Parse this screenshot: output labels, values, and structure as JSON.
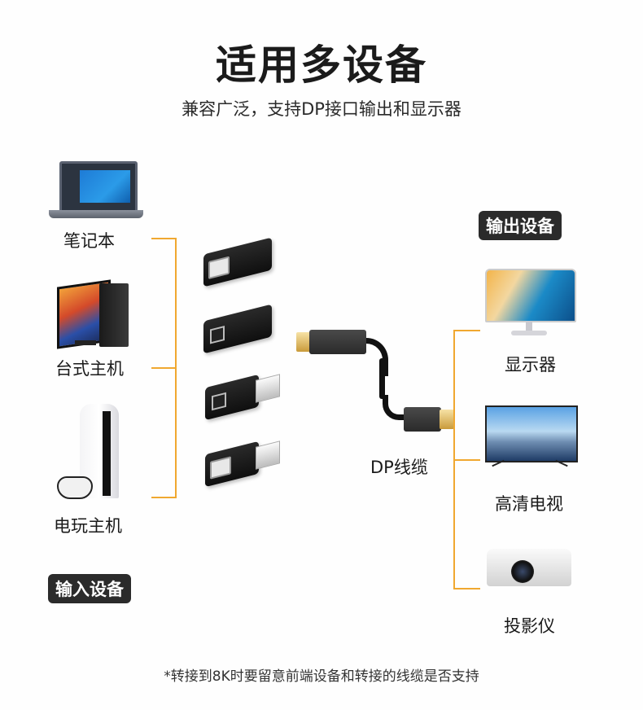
{
  "header": {
    "title": "适用多设备",
    "subtitle": "兼容广泛，支持DP接口输出和显示器"
  },
  "input_devices": {
    "badge": "输入设备",
    "items": [
      {
        "label": "笔记本",
        "icon": "laptop-icon"
      },
      {
        "label": "台式主机",
        "icon": "desktop-pc-icon"
      },
      {
        "label": "电玩主机",
        "icon": "game-console-icon"
      }
    ]
  },
  "adapters": [
    {
      "type": "DP female to DP female",
      "icon": "dp-adapter-icon"
    },
    {
      "type": "Mini DP female to DP female",
      "icon": "minidp-adapter-icon"
    },
    {
      "type": "Mini DP female to DP male",
      "icon": "minidp-to-dp-adapter-icon"
    },
    {
      "type": "DP female to DP male",
      "icon": "dp-extender-icon"
    }
  ],
  "cable": {
    "label": "DP线缆",
    "icon": "dp-cable-icon"
  },
  "output_devices": {
    "badge": "输出设备",
    "items": [
      {
        "label": "显示器",
        "icon": "monitor-icon"
      },
      {
        "label": "高清电视",
        "icon": "tv-icon"
      },
      {
        "label": "投影仪",
        "icon": "projector-icon"
      }
    ]
  },
  "footnote": "*转接到8K时要留意前端设备和转接的线缆是否支持",
  "colors": {
    "accent_line": "#f0a830",
    "badge_bg": "#2b2b2b",
    "text": "#1a1a1a"
  }
}
